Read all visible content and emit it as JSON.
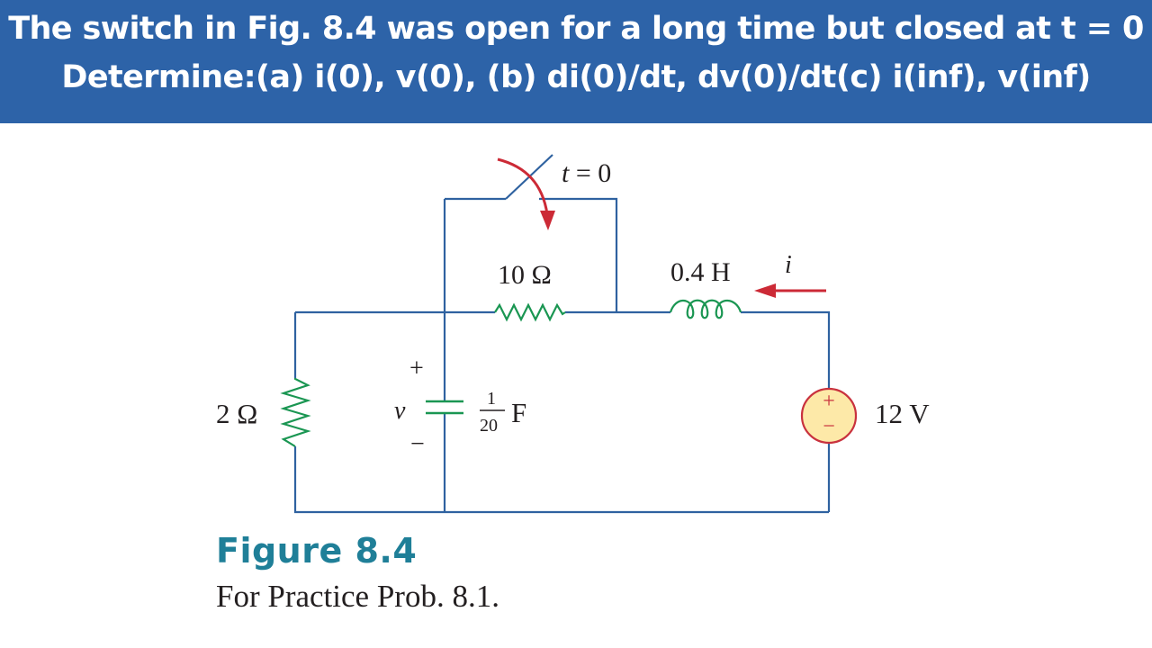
{
  "header": {
    "line1": "The switch in Fig. 8.4 was open for a long time but closed at t = 0",
    "line2": "Determine:(a) i(0), v(0), (b) di(0)/dt, dv(0)/dt(c) i(inf), v(inf)"
  },
  "colors": {
    "header_bg": "#2d63a8",
    "wire": "#2f62a0",
    "component": "#1a9652",
    "arrow": "#cc2a36",
    "source_fill": "#fde9a8",
    "caption_title": "#1f7f98"
  },
  "circuit": {
    "switch": {
      "label": "t = 0",
      "label_t": "t",
      "label_rest": " = 0"
    },
    "resistor_10": {
      "label": "10 Ω"
    },
    "inductor": {
      "label": "0.4 H"
    },
    "current": {
      "label": "i"
    },
    "resistor_2": {
      "label": "2 Ω"
    },
    "capacitor": {
      "voltage_label": "v",
      "plus": "+",
      "minus": "−",
      "frac_num": "1",
      "frac_den": "20",
      "unit": "F"
    },
    "source": {
      "label": "12 V",
      "plus": "+",
      "minus": "−"
    }
  },
  "caption": {
    "title": "Figure 8.4",
    "subtitle": "For Practice Prob. 8.1."
  }
}
